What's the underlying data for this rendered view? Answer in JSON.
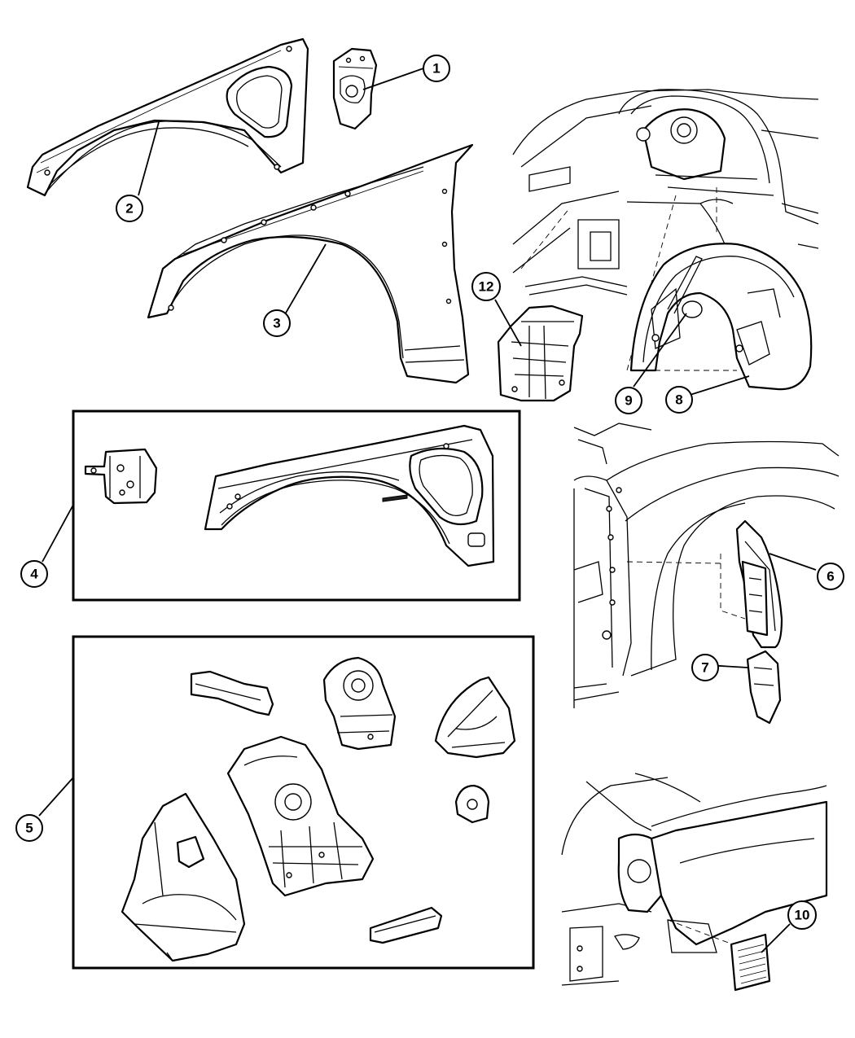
{
  "diagram": {
    "callouts": [
      {
        "id": "1",
        "label": "1"
      },
      {
        "id": "2",
        "label": "2"
      },
      {
        "id": "3",
        "label": "3"
      },
      {
        "id": "4",
        "label": "4"
      },
      {
        "id": "5",
        "label": "5"
      },
      {
        "id": "6",
        "label": "6"
      },
      {
        "id": "7",
        "label": "7"
      },
      {
        "id": "8",
        "label": "8"
      },
      {
        "id": "9",
        "label": "9"
      },
      {
        "id": "10",
        "label": "10"
      },
      {
        "id": "12",
        "label": "12"
      }
    ]
  }
}
